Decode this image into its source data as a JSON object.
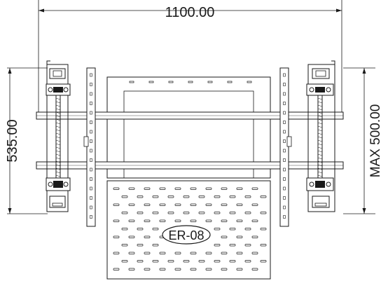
{
  "dimensions": {
    "width": "1100.00",
    "height": "535.00",
    "max_spacing": "MAX 500.00"
  },
  "model": {
    "code": "ER-08"
  },
  "colors": {
    "line": "#1a1a1a",
    "background": "#ffffff"
  }
}
